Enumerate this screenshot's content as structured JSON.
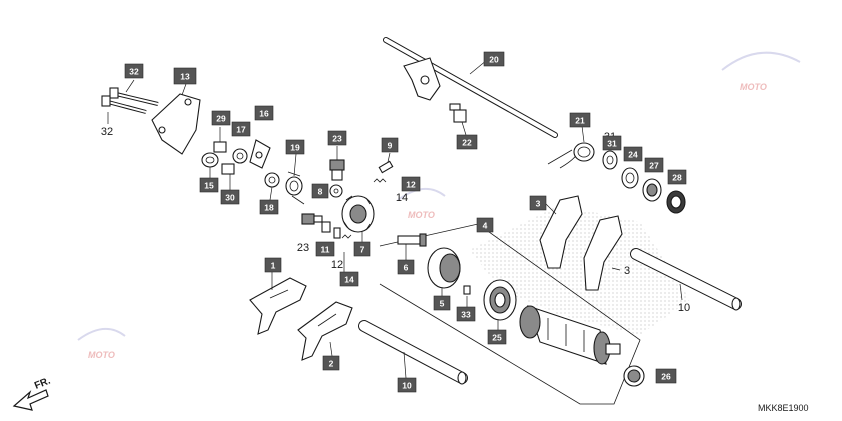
{
  "diagram_code": "MKK8E1900",
  "direction_label": "FR.",
  "callouts": [
    {
      "id": "c1",
      "label": "1",
      "style": "badge"
    },
    {
      "id": "c2",
      "label": "2",
      "style": "badge"
    },
    {
      "id": "c3a",
      "label": "3",
      "style": "badge"
    },
    {
      "id": "c3b",
      "label": "3",
      "style": "plain"
    },
    {
      "id": "c4",
      "label": "4",
      "style": "badge"
    },
    {
      "id": "c5",
      "label": "5",
      "style": "badge"
    },
    {
      "id": "c6",
      "label": "6",
      "style": "badge"
    },
    {
      "id": "c7",
      "label": "7",
      "style": "badge"
    },
    {
      "id": "c8",
      "label": "8",
      "style": "badge"
    },
    {
      "id": "c9",
      "label": "9",
      "style": "badge"
    },
    {
      "id": "c10a",
      "label": "10",
      "style": "plain"
    },
    {
      "id": "c10b",
      "label": "10",
      "style": "badge"
    },
    {
      "id": "c11",
      "label": "11",
      "style": "badge"
    },
    {
      "id": "c12a",
      "label": "12",
      "style": "badge"
    },
    {
      "id": "c12b",
      "label": "12",
      "style": "plain"
    },
    {
      "id": "c13",
      "label": "13",
      "style": "badge"
    },
    {
      "id": "c14a",
      "label": "14",
      "style": "plain"
    },
    {
      "id": "c14b",
      "label": "14",
      "style": "badge"
    },
    {
      "id": "c15",
      "label": "15",
      "style": "badge"
    },
    {
      "id": "c16",
      "label": "16",
      "style": "badge"
    },
    {
      "id": "c17",
      "label": "17",
      "style": "badge"
    },
    {
      "id": "c18",
      "label": "18",
      "style": "badge"
    },
    {
      "id": "c19",
      "label": "19",
      "style": "badge"
    },
    {
      "id": "c20",
      "label": "20",
      "style": "badge"
    },
    {
      "id": "c21",
      "label": "21",
      "style": "badge"
    },
    {
      "id": "c22",
      "label": "22",
      "style": "badge"
    },
    {
      "id": "c23a",
      "label": "23",
      "style": "badge"
    },
    {
      "id": "c23b",
      "label": "23",
      "style": "plain"
    },
    {
      "id": "c24",
      "label": "24",
      "style": "badge"
    },
    {
      "id": "c25",
      "label": "25",
      "style": "badge"
    },
    {
      "id": "c26",
      "label": "26",
      "style": "badge"
    },
    {
      "id": "c27",
      "label": "27",
      "style": "badge"
    },
    {
      "id": "c28",
      "label": "28",
      "style": "badge"
    },
    {
      "id": "c29",
      "label": "29",
      "style": "badge"
    },
    {
      "id": "c30",
      "label": "30",
      "style": "badge"
    },
    {
      "id": "c31a",
      "label": "31",
      "style": "plain"
    },
    {
      "id": "c31b",
      "label": "31",
      "style": "badge"
    },
    {
      "id": "c32a",
      "label": "32",
      "style": "badge"
    },
    {
      "id": "c32b",
      "label": "32",
      "style": "plain"
    },
    {
      "id": "c33",
      "label": "33",
      "style": "badge"
    }
  ],
  "watermark": {
    "text": "MOTO",
    "color": "#c9c9e6",
    "accent": "#e8a0a0"
  },
  "colors": {
    "badge": "#555555",
    "ink": "#1a1a1a",
    "dots": "#bdbdbd"
  }
}
